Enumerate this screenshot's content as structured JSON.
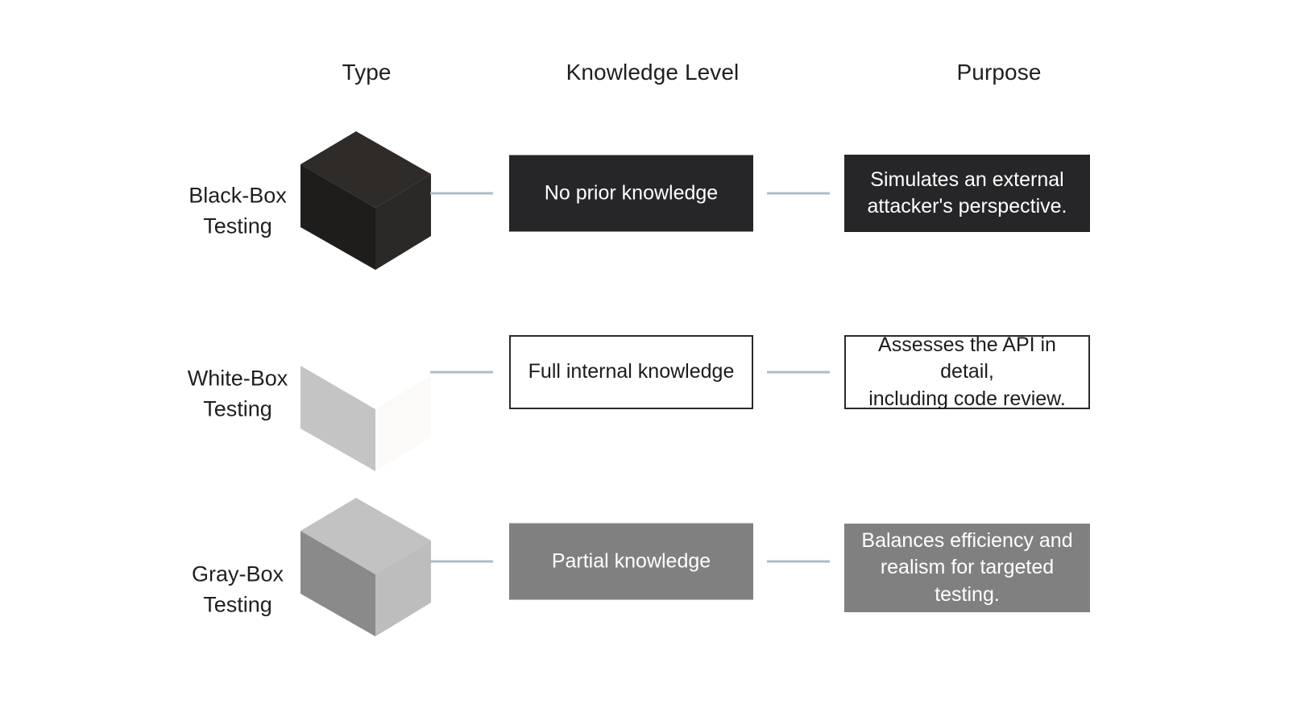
{
  "headers": {
    "type": "Type",
    "knowledge_level": "Knowledge Level",
    "purpose": "Purpose"
  },
  "colors": {
    "background": "#ffffff",
    "text": "#1f1f1f",
    "connector": "#aebcc6",
    "black_box_fill": "#262628",
    "gray_box_fill": "#808080",
    "white_box_border": "#2a2a2a",
    "cube_black_top": "#2e2b29",
    "cube_black_left": "#1f1d1c",
    "cube_black_right": "#2b2927",
    "cube_white_top": "#ffffff",
    "cube_white_left": "#c4c4c4",
    "cube_white_right": "#fbfaf8",
    "cube_gray_top": "#c2c2c2",
    "cube_gray_left": "#8a8a8a",
    "cube_gray_right": "#bdbdbd"
  },
  "rows": [
    {
      "id": "black-box",
      "type_line1": "Black-Box",
      "type_line2": "Testing",
      "cube_icon": "black-cube-icon",
      "knowledge": {
        "line1": "No prior knowledge"
      },
      "purpose": {
        "line1": "Simulates an external",
        "line2": "attacker's perspective."
      },
      "style": "dark"
    },
    {
      "id": "white-box",
      "type_line1": "White-Box",
      "type_line2": "Testing",
      "cube_icon": "white-cube-icon",
      "knowledge": {
        "line1": "Full internal knowledge"
      },
      "purpose": {
        "line1": "Assesses the API in detail,",
        "line2": "including code review."
      },
      "style": "outline"
    },
    {
      "id": "gray-box",
      "type_line1": "Gray-Box",
      "type_line2": "Testing",
      "cube_icon": "gray-cube-icon",
      "knowledge": {
        "line1": "Partial knowledge"
      },
      "purpose": {
        "line1": "Balances efficiency and",
        "line2": "realism for targeted",
        "line3": "testing."
      },
      "style": "gray"
    }
  ]
}
